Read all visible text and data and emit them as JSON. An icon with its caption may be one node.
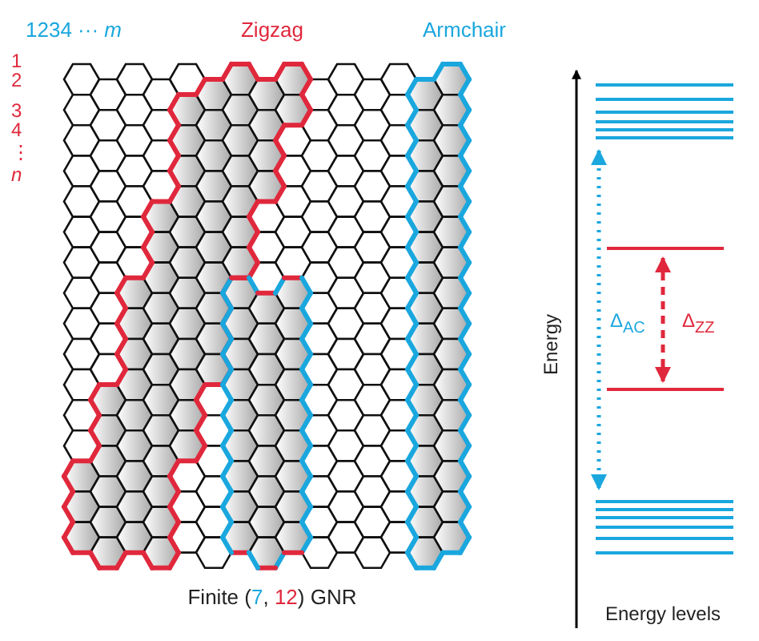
{
  "diagram": {
    "labels": [
      "1234 ··· *m*",
      "Zigzag",
      "Armchair",
      "1",
      "2",
      "3",
      "4",
      "⋮",
      "*n*",
      "Δ$_{AC}$",
      "Δ$_{ZZ}$",
      "Energy",
      "Finite (7, 12) GNR",
      "Energy levels"
    ]
  }
}
